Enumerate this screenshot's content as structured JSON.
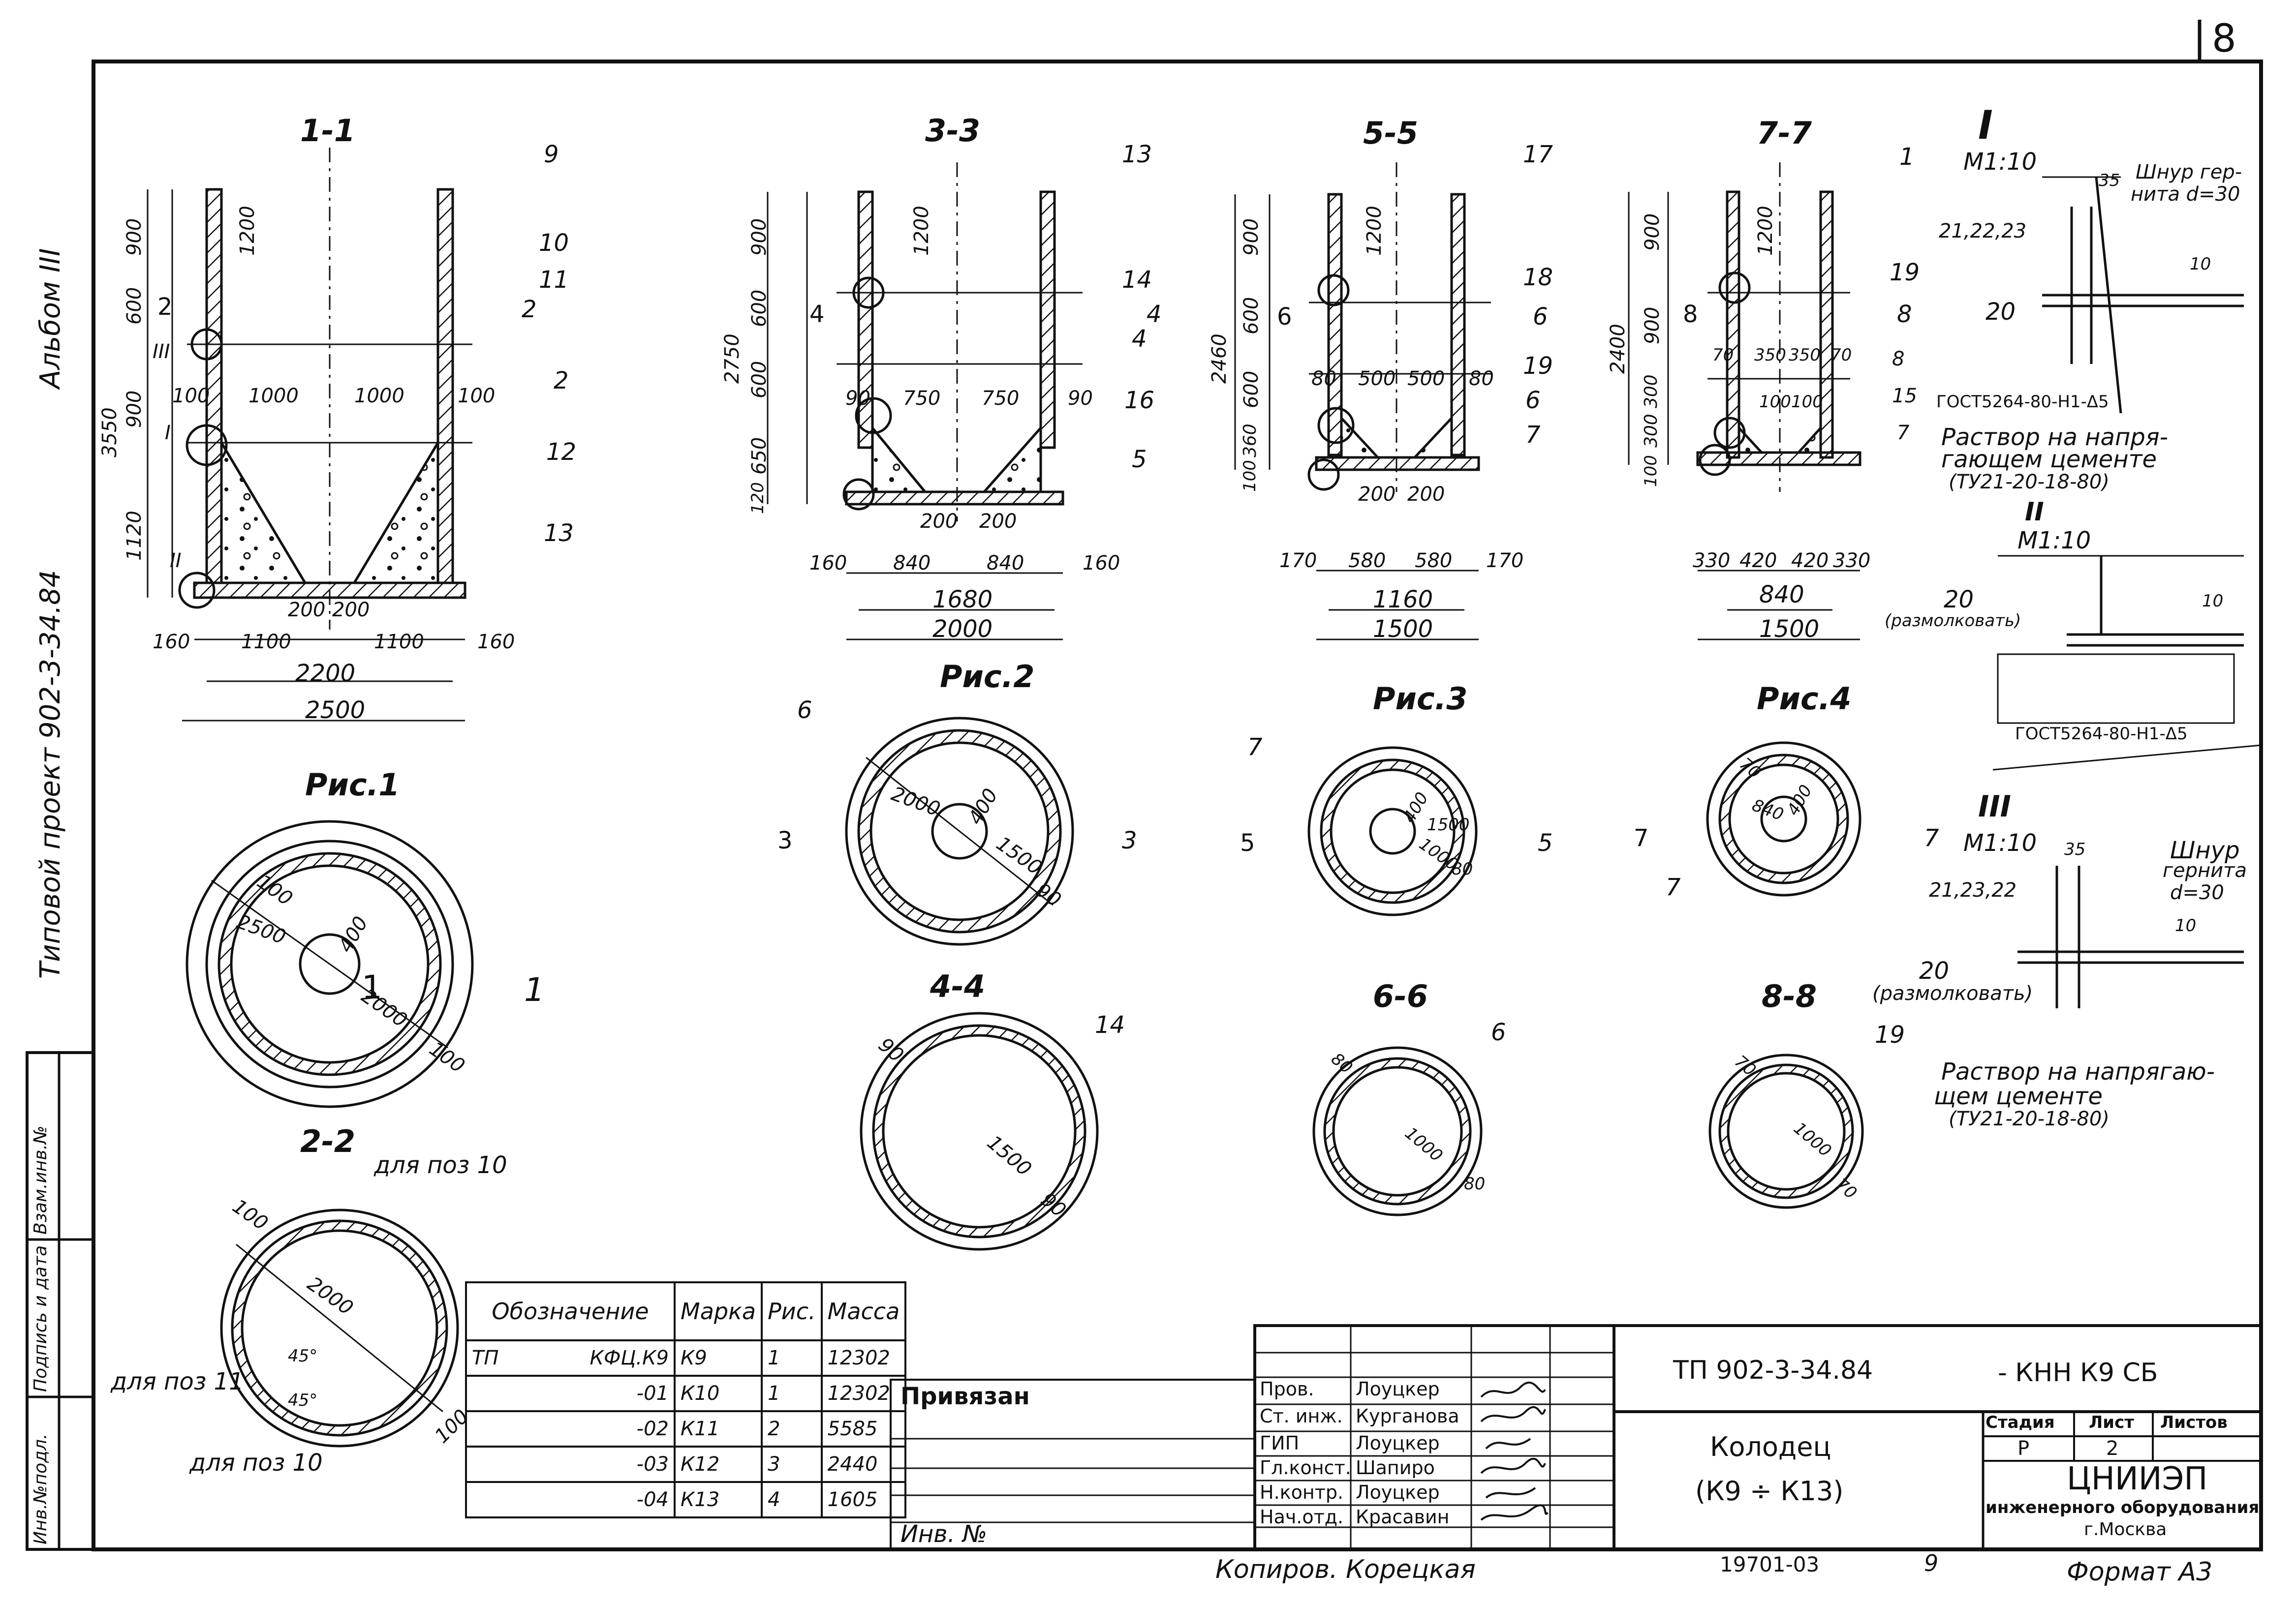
{
  "sheet": {
    "sheet_number": "8",
    "album": "Альбом III",
    "project": "Типовой проект 902-3-34.84",
    "side_stamp": [
      "Инв.№подл.",
      "Подпись и дата",
      "Взам.инв.№"
    ]
  },
  "sections": {
    "s11": "1-1",
    "s33": "3-3",
    "s55": "5-5",
    "s77": "7-7",
    "s22": "2-2",
    "s44": "4-4",
    "s66": "6-6",
    "s88": "8-8",
    "ris1": "Рис.1",
    "ris2": "Рис.2",
    "ris3": "Рис.3",
    "ris4": "Рис.4",
    "n1": "I",
    "n1_scale": "М1:10",
    "n2": "II",
    "n2_scale": "М1:10",
    "n3": "III",
    "n3_scale": "М1:10"
  },
  "dims": {
    "s11": {
      "d900": "900",
      "d1200": "1200",
      "d600": "600",
      "d900b": "900",
      "d1120": "1120",
      "d3550": "3550",
      "d100a": "100",
      "d1000a": "1000",
      "d1000b": "1000",
      "d100b": "100",
      "d200a": "200",
      "d200b": "200",
      "d160a": "160",
      "d1100a": "1100",
      "d1100b": "1100",
      "d160b": "160",
      "d2200": "2200",
      "d2500": "2500"
    },
    "s33": {
      "d900": "900",
      "d1200": "1200",
      "d600a": "600",
      "d600b": "600",
      "d650": "650",
      "d120": "120",
      "d2750": "2750",
      "d90a": "90",
      "d750a": "750",
      "d750b": "750",
      "d90b": "90",
      "d200a": "200",
      "d200b": "200",
      "d160a": "160",
      "d840a": "840",
      "d840b": "840",
      "d160b": "160",
      "d1680": "1680",
      "d2000": "2000"
    },
    "s55": {
      "d900": "900",
      "d1200": "1200",
      "d600a": "600",
      "d600b": "600",
      "d360": "360",
      "d100": "100",
      "d2460": "2460",
      "d80a": "80",
      "d500a": "500",
      "d500b": "500",
      "d80b": "80",
      "d200a": "200",
      "d200b": "200",
      "d170a": "170",
      "d580a": "580",
      "d580b": "580",
      "d170b": "170",
      "d1160": "1160",
      "d1500": "1500"
    },
    "s77": {
      "d900": "900",
      "d1200": "1200",
      "d900b": "900",
      "d300a": "300",
      "d300b": "300",
      "d100": "100",
      "d2400": "2400",
      "d70a": "70",
      "d350a": "350",
      "d350b": "350",
      "d70b": "70",
      "d100a": "100",
      "d100b": "100",
      "d330a": "330",
      "d420a": "420",
      "d420b": "420",
      "d330b": "330",
      "d840": "840",
      "d1500": "1500"
    },
    "r1": {
      "a": "100",
      "b": "2500",
      "c": "400",
      "d": "2000",
      "e": "100"
    },
    "r2": {
      "a": "2000",
      "b": "400",
      "c": "1500",
      "d": "90"
    },
    "r3": {
      "a": "400",
      "b": "1500",
      "c": "1000",
      "d": "80"
    },
    "r4": {
      "a": "70",
      "b": "840",
      "c": "400"
    },
    "s22": {
      "a": "100",
      "b": "2000",
      "c": "45°",
      "d": "45°",
      "e": "100"
    },
    "s44": {
      "a": "90",
      "b": "1500",
      "c": "90"
    },
    "s66": {
      "a": "80",
      "b": "1000",
      "c": "80"
    },
    "s88": {
      "a": "70",
      "b": "1000",
      "c": "70"
    }
  },
  "positions": {
    "p9": "9",
    "p10": "10",
    "p11": "11",
    "p2": "2",
    "p12": "12",
    "p13a": "13",
    "p13b": "13",
    "p14": "14",
    "p4": "4",
    "p16": "16",
    "p5": "5",
    "p17": "17",
    "p18": "18",
    "p19a": "19",
    "p6": "6",
    "p7": "7",
    "p1": "1",
    "p19b": "19",
    "p8": "8",
    "p15": "15",
    "p7b": "7",
    "p6r": "6",
    "p7r": "7",
    "p7r4": "7",
    "p14s": "14",
    "p6s": "6",
    "p19s": "19"
  },
  "cuts": {
    "c1l": "1",
    "c1r": "1",
    "c2l": "2",
    "c2r": "2",
    "c3l": "3",
    "c3r": "3",
    "c4l": "4",
    "c4r": "4",
    "c5l": "5",
    "c5r": "5",
    "c6l": "6",
    "c6r": "6",
    "c7l": "7",
    "c7r": "7",
    "c8l": "8",
    "c8r": "8"
  },
  "callouts": {
    "iii": "III",
    "i": "I",
    "ii": "II",
    "for_pos10_top": "для поз 10",
    "for_pos11": "для поз 11",
    "for_pos10_bottom": "для поз 10"
  },
  "nodes": {
    "shnur1": "Шнур гер-",
    "shnur1b": "нита d=30",
    "pos212223": "21,22,23",
    "p20a": "20",
    "d35a": "35",
    "d10a": "10",
    "gost1": "ГОСТ5264-80-Н1-Δ5",
    "rastvor1": "Раствор на напря-",
    "rastvor1b": "гающем цементе",
    "rastvor1c": "(ТУ21-20-18-80)",
    "p20b": "20",
    "razmol1": "(размолковать)",
    "d10b": "10",
    "gost2": "ГОСТ5264-80-Н1-Δ5",
    "shnur2": "Шнур",
    "shnur2b": "гернита",
    "shnur2c": "d=30",
    "pos212322": "21,23,22",
    "d35b": "35",
    "d10c": "10",
    "p20c": "20",
    "razmol2": "(размолковать)",
    "rastvor2": "Раствор на напрягаю-",
    "rastvor2b": "щем цементе",
    "rastvor2c": "(ТУ21-20-18-80)"
  },
  "spec_table": {
    "headers": [
      "Обозначение",
      "Марка",
      "Рис.",
      "Масса"
    ],
    "rows": [
      [
        "ТП",
        "КФЦ.К9",
        "К9",
        "1",
        "12302"
      ],
      [
        "",
        "-01",
        "К10",
        "1",
        "12302"
      ],
      [
        "",
        "-02",
        "К11",
        "2",
        "5585"
      ],
      [
        "",
        "-03",
        "К12",
        "3",
        "2440"
      ],
      [
        "",
        "-04",
        "К13",
        "4",
        "1605"
      ]
    ],
    "privyazan": "Привязан",
    "inv": "Инв. №"
  },
  "title_block": {
    "roles": [
      "Пров.",
      "Ст. инж.",
      "ГИП",
      "Гл.конст.",
      "Н.контр.",
      "Нач.отд."
    ],
    "names": [
      "Лоуцкер",
      "Курганова",
      "Лоуцкер",
      "Шапиро",
      "Лоуцкер",
      "Красавин"
    ],
    "code": "ТП 902-3-34.84",
    "code_suffix": "- КНН К9 СБ",
    "object": "Колодец",
    "object_range": "(К9 ÷ К13)",
    "stage_label": "Стадия",
    "sheet_label": "Лист",
    "sheets_label": "Листов",
    "stage": "Р",
    "sheet": "2",
    "org": "ЦНИИЭП",
    "org2": "инженерного оборудования",
    "org3": "г.Москва"
  },
  "footer": {
    "copied": "Копиров. Корецкая",
    "number": "19701-03",
    "page": "9",
    "format": "Формат А3"
  }
}
